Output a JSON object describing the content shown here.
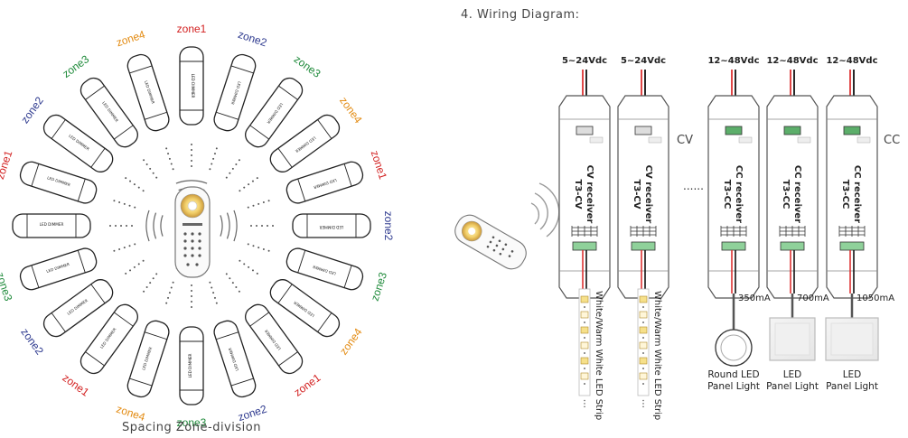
{
  "left": {
    "caption": "Spacing Zone-division",
    "device_label": "LED DIMMER",
    "zones": [
      {
        "label": "zone1",
        "color": "#d21f1f"
      },
      {
        "label": "zone2",
        "color": "#2e3a8f"
      },
      {
        "label": "zone3",
        "color": "#1e8a3a"
      },
      {
        "label": "zone4",
        "color": "#e38b12"
      },
      {
        "label": "zone1",
        "color": "#d21f1f"
      },
      {
        "label": "zone2",
        "color": "#2e3a8f"
      },
      {
        "label": "zone3",
        "color": "#1e8a3a"
      },
      {
        "label": "zone4",
        "color": "#e38b12"
      },
      {
        "label": "zone1",
        "color": "#d21f1f"
      },
      {
        "label": "zone2",
        "color": "#2e3a8f"
      },
      {
        "label": "zone3",
        "color": "#1e8a3a"
      },
      {
        "label": "zone4",
        "color": "#e38b12"
      },
      {
        "label": "zone1",
        "color": "#d21f1f"
      },
      {
        "label": "zone2",
        "color": "#2e3a8f"
      },
      {
        "label": "zone3",
        "color": "#1e8a3a"
      },
      {
        "label": "zone4",
        "color": "#e38b12"
      },
      {
        "label": "zone1",
        "color": "#d21f1f"
      },
      {
        "label": "zone2",
        "color": "#2e3a8f"
      },
      {
        "label": "zone3",
        "color": "#1e8a3a"
      },
      {
        "label": "zone4",
        "color": "#e38b12"
      }
    ]
  },
  "right": {
    "title": "4. Wiring Diagram:",
    "cv_voltage": "5~24Vdc",
    "cc_voltage": "12~48Vdc",
    "cv_tag": "CV",
    "cc_tag": "CC",
    "cv_receiver": [
      "CV receiver",
      "T3-CV"
    ],
    "cc_receiver": [
      "CC receiver",
      "T3-CC"
    ],
    "ellipsis": "......",
    "strip_label": "White/Warm White LED Strip",
    "currents": [
      "350mA",
      "700mA",
      "1050mA"
    ],
    "panels": [
      [
        "Round LED",
        "Panel Light"
      ],
      [
        "LED",
        "Panel Light"
      ],
      [
        "LED",
        "Panel Light"
      ]
    ]
  }
}
